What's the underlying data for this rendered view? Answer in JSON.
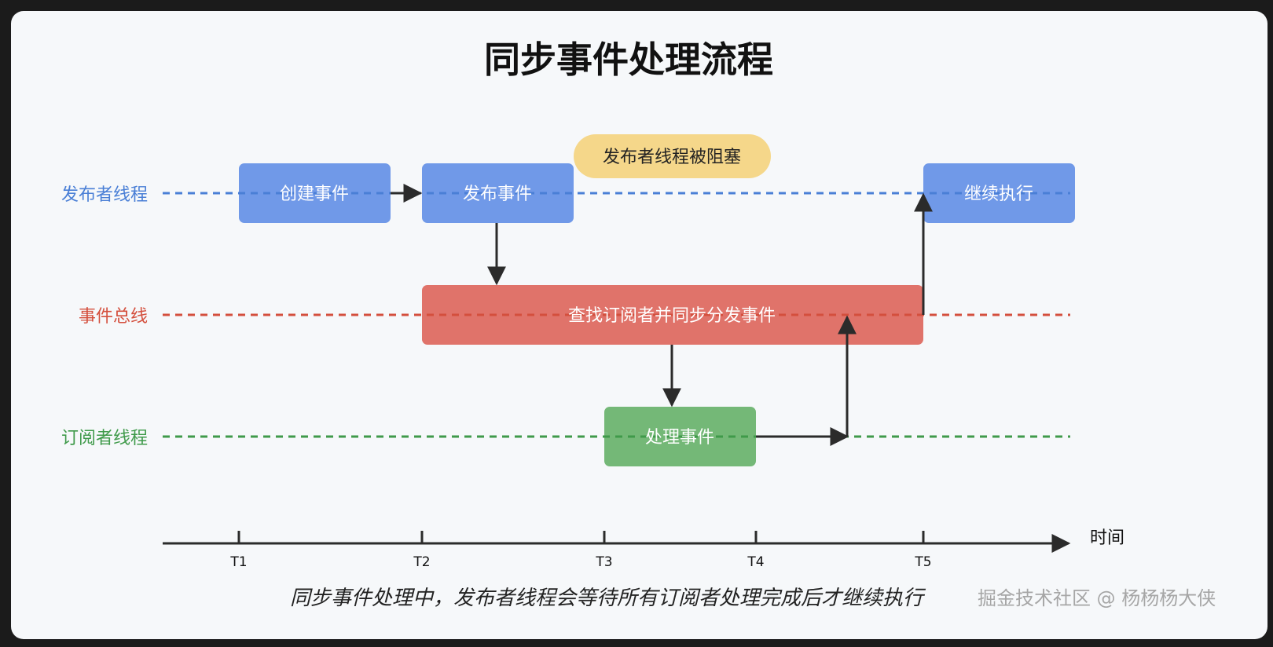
{
  "title": "同步事件处理流程",
  "lanes": {
    "publisher": {
      "label": "发布者线程",
      "color": "#4a7fd6"
    },
    "bus": {
      "label": "事件总线",
      "color": "#d44f3d"
    },
    "subscriber": {
      "label": "订阅者线程",
      "color": "#3f9a4a"
    }
  },
  "boxes": {
    "create": {
      "label": "创建事件",
      "color": "#7099e8"
    },
    "publish": {
      "label": "发布事件",
      "color": "#7099e8"
    },
    "continue": {
      "label": "继续执行",
      "color": "#7099e8"
    },
    "dispatch": {
      "label": "查找订阅者并同步分发事件",
      "color": "#e0736a"
    },
    "handle": {
      "label": "处理事件",
      "color": "#74b877"
    }
  },
  "note": {
    "label": "发布者线程被阻塞",
    "color": "#f5d78a"
  },
  "timeline": {
    "axis_label": "时间",
    "ticks": [
      "T1",
      "T2",
      "T3",
      "T4",
      "T5"
    ]
  },
  "caption": "同步事件处理中，发布者线程会等待所有订阅者处理完成后才继续执行",
  "watermark": "掘金技术社区 @ 杨杨杨大侠"
}
